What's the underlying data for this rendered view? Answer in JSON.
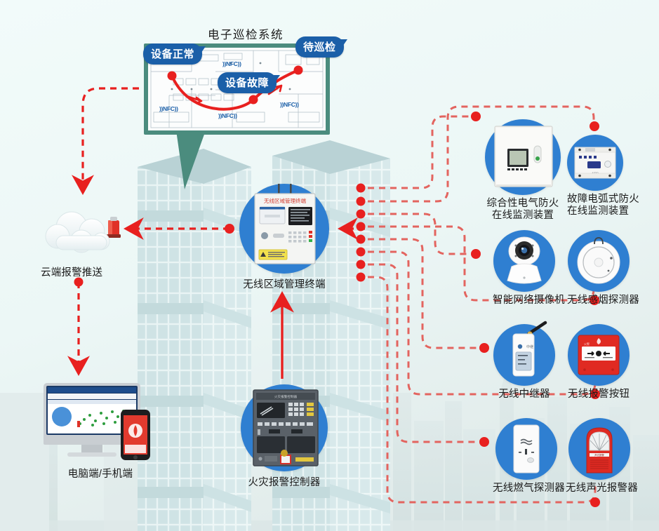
{
  "diagram": {
    "title": "电子巡检系统",
    "background_color": "#eff9f8",
    "accent_blue": "#2f7fd1",
    "accent_red": "#e8201f",
    "bubble_blue": "#1b5fa8"
  },
  "patrol_panel": {
    "title": "电子巡检系统",
    "frame_color": "#4b8c7e",
    "bubbles": [
      {
        "label": "设备正常",
        "state": "normal"
      },
      {
        "label": "设备故障",
        "state": "fault"
      },
      {
        "label": "待巡检",
        "state": "pending"
      }
    ],
    "nfc_tags": [
      {
        "label": "))NFC))"
      },
      {
        "label": "))NFC))"
      },
      {
        "label": "))NFC))"
      },
      {
        "label": "))NFC))"
      }
    ]
  },
  "cloud": {
    "label": "云端报警推送",
    "icon": "cloud-with-alarm-light-icon"
  },
  "clients": {
    "label": "电脑端/手机端",
    "icon": "desktop-and-phone-icon"
  },
  "terminal": {
    "label": "无线区域管理终端",
    "device_title": "无线区域管理终端",
    "icon": "wireless-area-terminal-icon"
  },
  "controller": {
    "label": "火灾报警控制器",
    "icon": "fire-alarm-controller-icon"
  },
  "devices": [
    {
      "id": "electric-fire-monitor",
      "label": "综合性电气防火\n在线监测装置",
      "line1": "综合性电气防火",
      "line2": "在线监测装置",
      "icon": "electrical-fire-monitor-icon"
    },
    {
      "id": "arc-fault-monitor",
      "label": "故障电弧式防火\n在线监测装置",
      "line1": "故障电弧式防火",
      "line2": "在线监测装置",
      "icon": "arc-fault-detector-icon"
    },
    {
      "id": "ip-camera",
      "label": "智能网络摄像机",
      "line1": "智能网络摄像机",
      "line2": "",
      "icon": "network-camera-icon"
    },
    {
      "id": "wireless-smoke-detector",
      "label": "无线感烟探测器",
      "line1": "无线感烟探测器",
      "line2": "",
      "icon": "smoke-detector-icon"
    },
    {
      "id": "wireless-repeater",
      "label": "无线中继器",
      "line1": "无线中继器",
      "line2": "",
      "icon": "wireless-repeater-icon"
    },
    {
      "id": "wireless-call-point",
      "label": "无线报警按钮",
      "line1": "无线报警按钮",
      "line2": "",
      "icon": "manual-call-point-icon"
    },
    {
      "id": "wireless-gas-detector",
      "label": "无线燃气探测器",
      "line1": "无线燃气探测器",
      "line2": "",
      "icon": "gas-detector-icon"
    },
    {
      "id": "wireless-sounder-beacon",
      "label": "无线声光报警器",
      "line1": "无线声光报警器",
      "line2": "",
      "icon": "sounder-beacon-icon"
    }
  ]
}
